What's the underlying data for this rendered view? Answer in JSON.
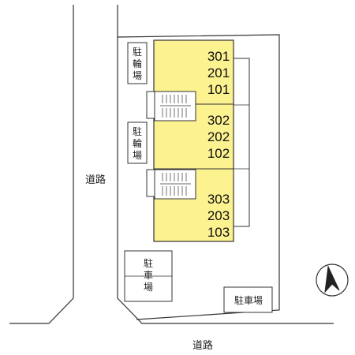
{
  "roads": {
    "west": "道路",
    "south": "道路"
  },
  "bicycle_parking": {
    "top": [
      "駐",
      "輪",
      "場"
    ],
    "middle": [
      "駐",
      "輪",
      "場"
    ]
  },
  "car_parking_vertical": [
    "駐",
    "車",
    "場"
  ],
  "car_parking_horizontal": "駐車場",
  "units": [
    [
      "301",
      "201",
      "101"
    ],
    [
      "302",
      "202",
      "102"
    ],
    [
      "303",
      "203",
      "103"
    ]
  ],
  "colors": {
    "building": "#fdf290",
    "line": "#333333"
  }
}
